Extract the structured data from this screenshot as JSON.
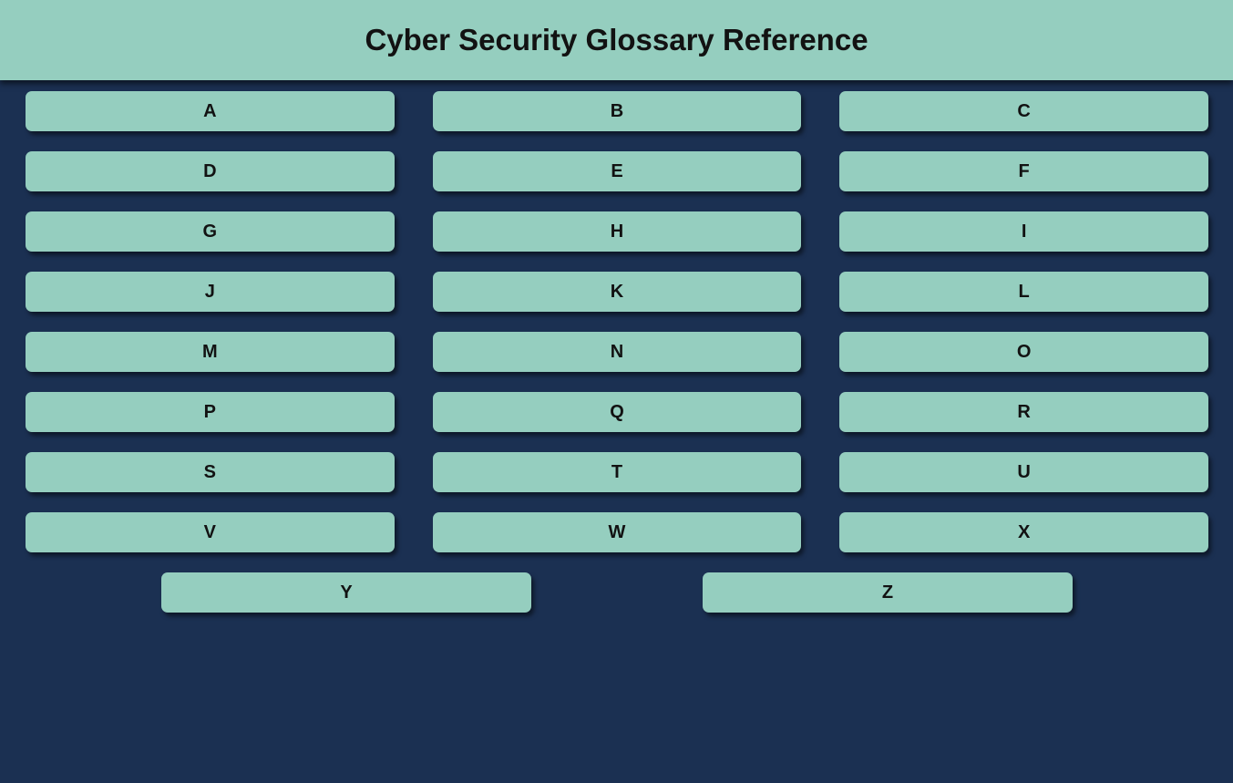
{
  "header": {
    "title": "Cyber Security Glossary Reference"
  },
  "colors": {
    "button_teal": "#95CEBF",
    "background_navy": "#1B3052",
    "text_dark": "#121212"
  },
  "letters": {
    "grid": [
      "A",
      "B",
      "C",
      "D",
      "E",
      "F",
      "G",
      "H",
      "I",
      "J",
      "K",
      "L",
      "M",
      "N",
      "O",
      "P",
      "Q",
      "R",
      "S",
      "T",
      "U",
      "V",
      "W",
      "X"
    ],
    "bottom_row": [
      "Y",
      "Z"
    ]
  }
}
